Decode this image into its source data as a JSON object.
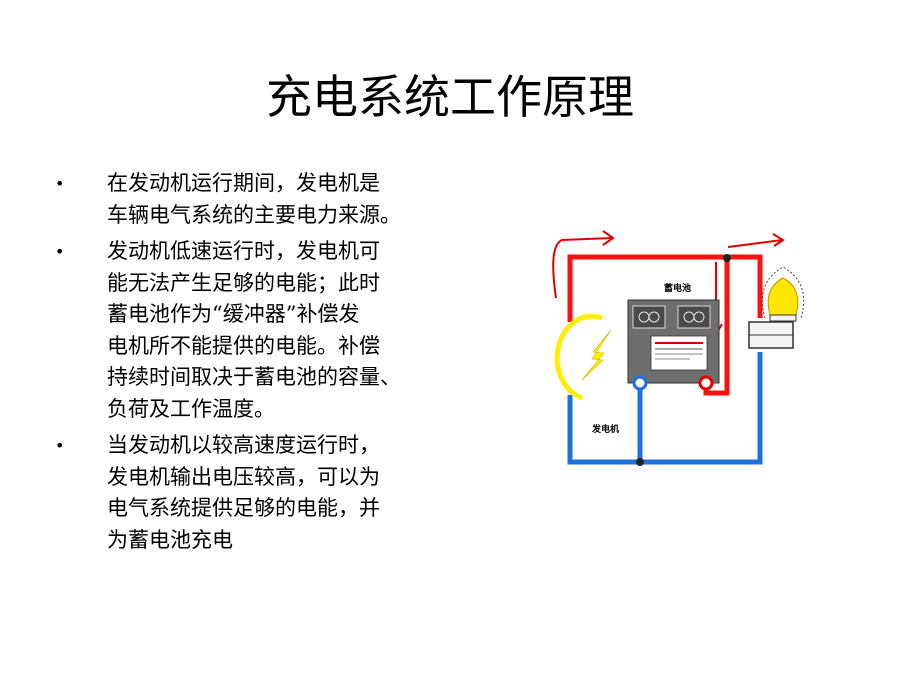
{
  "slide": {
    "title": "充电系统工作原理",
    "bullets": [
      {
        "marker": "•",
        "lines": [
          "在发动机运行期间，发电机是",
          "车辆电气系统的主要电力来源。"
        ]
      },
      {
        "marker": "•",
        "lines": [
          "发动机低速运行时，发电机可",
          "能无法产生足够的电能；此时",
          "蓄电池作为“缓冲器”补偿发",
          "电机所不能提供的电能。补偿",
          "持续时间取决于蓄电池的容量、",
          "负荷及工作温度。"
        ]
      },
      {
        "marker": "•",
        "lines": [
          "当发动机以较高速度运行时，",
          "发电机输出电压较高，可以为",
          "电气系统提供足够的电能，并",
          "为蓄电池充电"
        ]
      }
    ]
  },
  "diagram": {
    "battery_label": "蓄电池",
    "generator_label": "发电机",
    "colors": {
      "positive": "#ff0000",
      "negative": "#1e6fe0",
      "generator": "#ffff00",
      "bulb": "#ffe600"
    }
  }
}
